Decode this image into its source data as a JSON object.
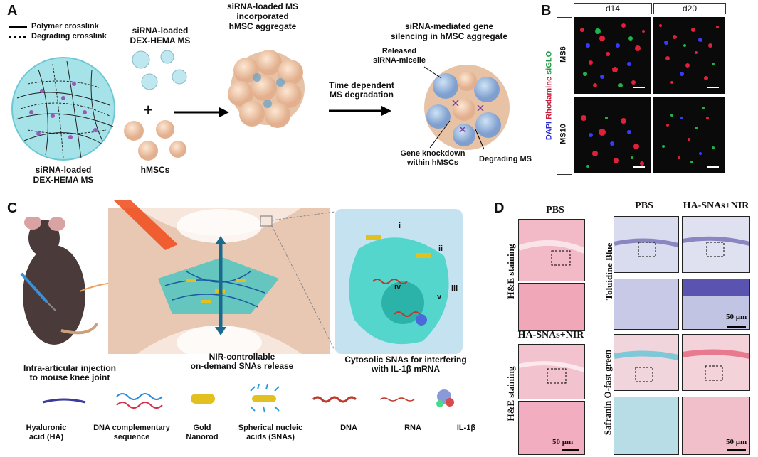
{
  "panels": {
    "a": "A",
    "b": "B",
    "c": "C",
    "d": "D"
  },
  "panel_a": {
    "legend_solid": "Polymer crosslink",
    "legend_dashed": "Degrading crosslink",
    "ms_top_label_1": "siRNA-loaded",
    "ms_top_label_2": "DEX-HEMA MS",
    "plus": "+",
    "aggregate_label_1": "siRNA-loaded MS",
    "aggregate_label_2": "incorporated",
    "aggregate_label_3": "hMSC aggregate",
    "silencing_label_1": "siRNA-mediated gene",
    "silencing_label_2": "silencing in hMSC aggregate",
    "released_label_1": "Released",
    "released_label_2": "siRNA-micelle",
    "arrow_label_1": "Time dependent",
    "arrow_label_2": "MS degradation",
    "knockdown_label_1": "Gene knockdown",
    "knockdown_label_2": "within hMSCs",
    "degrading_label": "Degrading MS",
    "hmsc_label": "hMSCs",
    "bottom_ms_label_1": "siRNA-loaded",
    "bottom_ms_label_2": "DEX-HEMA MS"
  },
  "panel_b": {
    "col_d14": "d14",
    "col_d20": "d20",
    "row_ms6": "MS6",
    "row_ms10": "MS10",
    "stain_dapi": "DAPI",
    "stain_rhodamine": "Rhodamine",
    "stain_siglo": "siGLO",
    "colors": {
      "dapi": "#3a3aff",
      "rhodamine": "#e0203a",
      "siglo": "#22b14c"
    }
  },
  "panel_c": {
    "step_i": "i",
    "step_ii": "ii",
    "step_iii": "iii",
    "step_iv": "iv",
    "step_v": "v",
    "caption_1a": "Intra-articular injection",
    "caption_1b": "to mouse knee joint",
    "caption_2a": "NIR-controllable",
    "caption_2b": "on-demand SNAs release",
    "caption_3a": "Cytosolic SNAs for interfering",
    "caption_3b": "with IL-1β mRNA",
    "legend": [
      {
        "name": "Hyaluronic",
        "name2": "acid (HA)"
      },
      {
        "name": "DNA complementary",
        "name2": "sequence"
      },
      {
        "name": "Gold",
        "name2": "Nanorod"
      },
      {
        "name": "Spherical nucleic",
        "name2": "acids (SNAs)"
      },
      {
        "name": "DNA",
        "name2": ""
      },
      {
        "name": "RNA",
        "name2": ""
      },
      {
        "name": "IL-1β",
        "name2": ""
      }
    ]
  },
  "panel_d": {
    "pbs_left": "PBS",
    "ha_left": "HA-SNAs+NIR",
    "he_staining_1": "H&E staining",
    "he_staining_2": "H&E staining",
    "pbs_right": "PBS",
    "ha_right": "HA-SNAs+NIR",
    "toluidine": "Toluidine Blue",
    "safranin": "Safranin O-fast green",
    "scale_1": "50 μm",
    "scale_2": "50 μm",
    "scale_3": "50 μm"
  }
}
